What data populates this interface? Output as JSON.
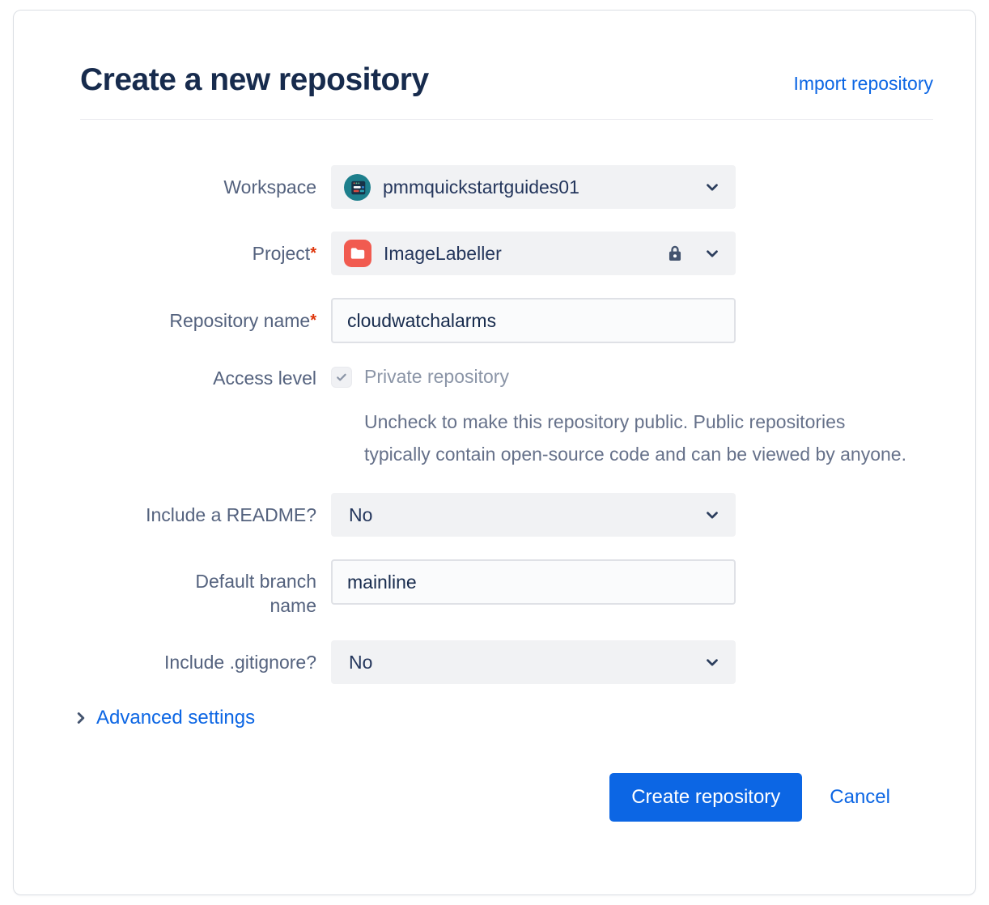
{
  "header": {
    "title": "Create a new repository",
    "import_link": "Import repository"
  },
  "form": {
    "workspace": {
      "label": "Workspace",
      "value": "pmmquickstartguides01",
      "icon": "workspace-avatar"
    },
    "project": {
      "label": "Project",
      "required": "*",
      "value": "ImageLabeller",
      "icon": "project-folder-icon",
      "locked_icon": "lock-icon"
    },
    "repository_name": {
      "label": "Repository name",
      "required": "*",
      "value": "cloudwatchalarms"
    },
    "access_level": {
      "label": "Access level",
      "checkbox_label": "Private repository",
      "checkbox_checked": true,
      "checkbox_disabled": true,
      "help_text": "Uncheck to make this repository public. Public repositories typically contain open-source code and can be viewed by anyone."
    },
    "include_readme": {
      "label": "Include a README?",
      "value": "No"
    },
    "default_branch": {
      "label": "Default branch name",
      "value": "mainline"
    },
    "include_gitignore": {
      "label": "Include .gitignore?",
      "value": "No"
    }
  },
  "advanced": {
    "label": "Advanced settings"
  },
  "actions": {
    "create_label": "Create repository",
    "cancel_label": "Cancel"
  },
  "colors": {
    "accent_blue": "#0c66e4",
    "title_navy": "#172b4d",
    "required_red": "#de350b",
    "project_icon_red": "#f15b50",
    "workspace_avatar_teal": "#1d7f8c",
    "field_fill_gray": "#f1f2f4",
    "input_border_gray": "#dfe1e6"
  }
}
